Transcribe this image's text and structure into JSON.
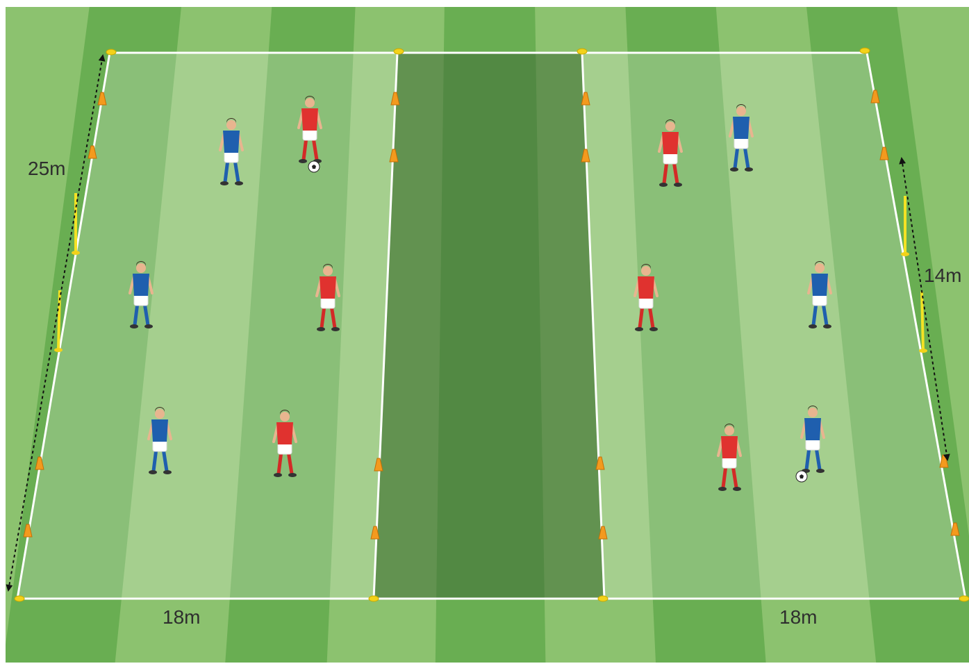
{
  "measurements": {
    "height_left": "25m",
    "goal_width_right": "14m",
    "zone_width_left": "18m",
    "zone_width_right": "18m"
  },
  "teams": {
    "red": {
      "jersey": "#e0322f",
      "shorts": "#ffffff",
      "socks": "#d32a27"
    },
    "blue": {
      "jersey": "#1f5fae",
      "shorts": "#ffffff",
      "socks": "#1f5fae"
    }
  },
  "colors": {
    "grass_dark": "#69ae52",
    "grass_light": "#8cc26f",
    "zone_tint": "#bfe3a8",
    "neutral_zone": "#4f7d44",
    "line": "#ffffff",
    "cone": "#f39a1e",
    "disc": "#f3d21a",
    "pole": "#f4e224",
    "arrow": "#111111"
  },
  "players": [
    {
      "team": "blue",
      "has_ball": false
    },
    {
      "team": "red",
      "has_ball": true
    },
    {
      "team": "blue",
      "has_ball": false
    },
    {
      "team": "red",
      "has_ball": false
    },
    {
      "team": "blue",
      "has_ball": false
    },
    {
      "team": "red",
      "has_ball": false
    },
    {
      "team": "red",
      "has_ball": false
    },
    {
      "team": "blue",
      "has_ball": false
    },
    {
      "team": "red",
      "has_ball": false
    },
    {
      "team": "blue",
      "has_ball": false
    },
    {
      "team": "red",
      "has_ball": false
    },
    {
      "team": "blue",
      "has_ball": true
    }
  ]
}
